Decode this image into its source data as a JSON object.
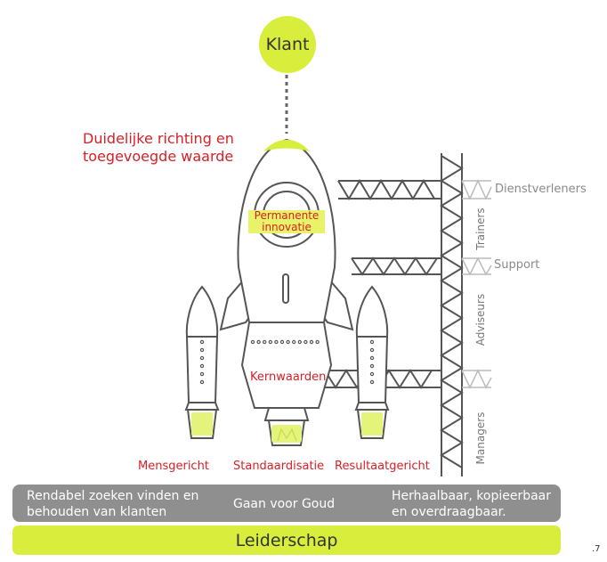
{
  "top": {
    "label": "Klant"
  },
  "rocket": {
    "nose_label": "Duidelijke richting en toegevoegde waarde",
    "nose_line1": "Duidelijke richting en",
    "nose_line2": "toegevoegde waarde",
    "window_label_line1": "Permanente",
    "window_label_line2": "innovatie",
    "body_label": "Kernwaarden"
  },
  "boosters": [
    {
      "label": "Mensgericht"
    },
    {
      "label": "Standaardisatie"
    },
    {
      "label": "Resultaatgericht"
    }
  ],
  "tower": {
    "side_labels": [
      "Dienstverleners",
      "Support"
    ],
    "vertical_labels": [
      "Trainers",
      "Adviseurs",
      "Managers"
    ]
  },
  "foundation": {
    "left_line1": "Rendabel zoeken vinden en",
    "left_line2": "behouden van klanten",
    "center": "Gaan voor Goud",
    "right_line1": "Herhaalbaar, kopieerbaar",
    "right_line2": "en overdraagbaar.",
    "base": "Leiderschap"
  },
  "page_number": ".7",
  "colors": {
    "accent": "#d9ee3c",
    "label_red": "#d81f26",
    "line": "#555555",
    "bar_gray": "#8f8f8f"
  }
}
